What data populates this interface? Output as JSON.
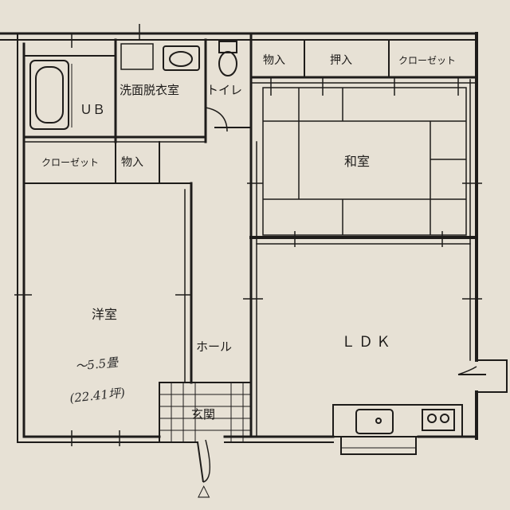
{
  "floorplan": {
    "rooms": {
      "unit_bath": "ＵＢ",
      "washroom": "洗面脱衣室",
      "toilet": "トイレ",
      "storage_top": "物入",
      "oshiire": "押入",
      "closet_top": "クローゼット",
      "closet_left": "クローゼット",
      "storage_left": "物入",
      "washitsu": "和室",
      "youshitsu": "洋室",
      "hall": "ホール",
      "ldk": "ＬＤＫ",
      "genkan": "玄関"
    },
    "handwritten": {
      "line1": "〜5.5畳",
      "line2": "(22.41坪)"
    },
    "entrance_mark": "△"
  },
  "colors": {
    "paper": "#e7e1d5",
    "ink": "#1e1c1a"
  }
}
